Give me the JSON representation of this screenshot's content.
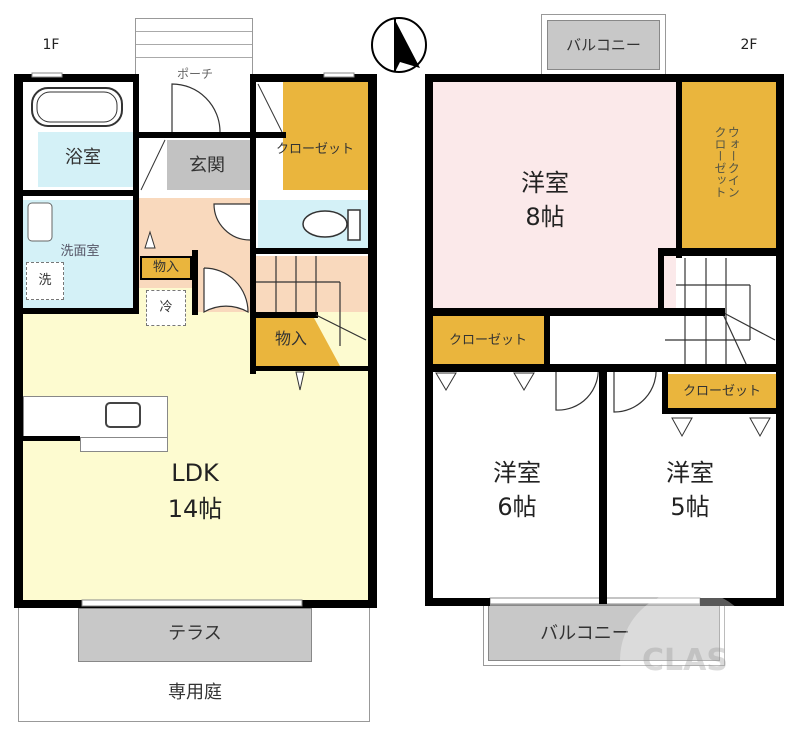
{
  "floors": {
    "first": {
      "label": "1F",
      "rooms": {
        "porch": "ポーチ",
        "bath": "浴室",
        "entrance": "玄関",
        "closet": "クローゼット",
        "washroom": "洗面室",
        "washer": "洗",
        "storage_small": "物入",
        "fridge": "冷",
        "storage_stairs": "物入",
        "ldk_name": "LDK",
        "ldk_size": "14帖",
        "terrace": "テラス",
        "private_garden": "専用庭"
      }
    },
    "second": {
      "label": "2F",
      "rooms": {
        "balcony_north": "バルコニー",
        "western_8_name": "洋室",
        "western_8_size": "8帖",
        "walk_in_closet": "ウォークイン\nクローゼット",
        "closet_left": "クローゼット",
        "closet_right": "クローゼット",
        "western_6_name": "洋室",
        "western_6_size": "6帖",
        "western_5_name": "洋室",
        "western_5_size": "5帖",
        "balcony_south": "バルコニー"
      }
    }
  },
  "compass": {
    "icon": "north-arrow-icon"
  },
  "watermark": "CLAS",
  "colors": {
    "bath_blue": "#d4f1f7",
    "ldk_yellow": "#fdfbd0",
    "hall_peach": "#f9d9bd",
    "closet_gold": "#eab53d",
    "bedroom_pink": "#fbe9ea",
    "entrance_gray": "#c2c2c2",
    "terrace_gray": "#c8c8c8",
    "wall": "#000000"
  }
}
